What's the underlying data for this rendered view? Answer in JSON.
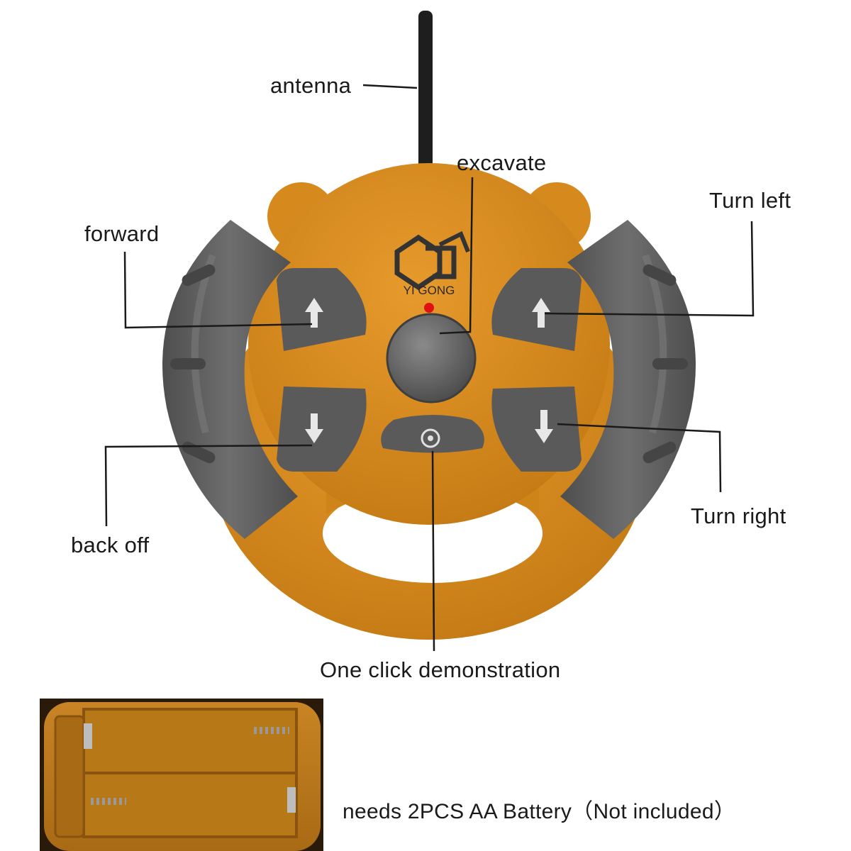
{
  "controller": {
    "brand_name": "YI GONG",
    "body_color": "#d68a1e",
    "grip_color": "#5e5e5e",
    "led_color": "#e01010"
  },
  "labels": {
    "antenna": "antenna",
    "excavate": "excavate",
    "turn_left": "Turn left",
    "forward": "forward",
    "back_off": "back off",
    "turn_right": "Turn right",
    "one_click": "One click demonstration"
  },
  "battery": {
    "caption": "needs 2PCS AA Battery（Not included）"
  }
}
